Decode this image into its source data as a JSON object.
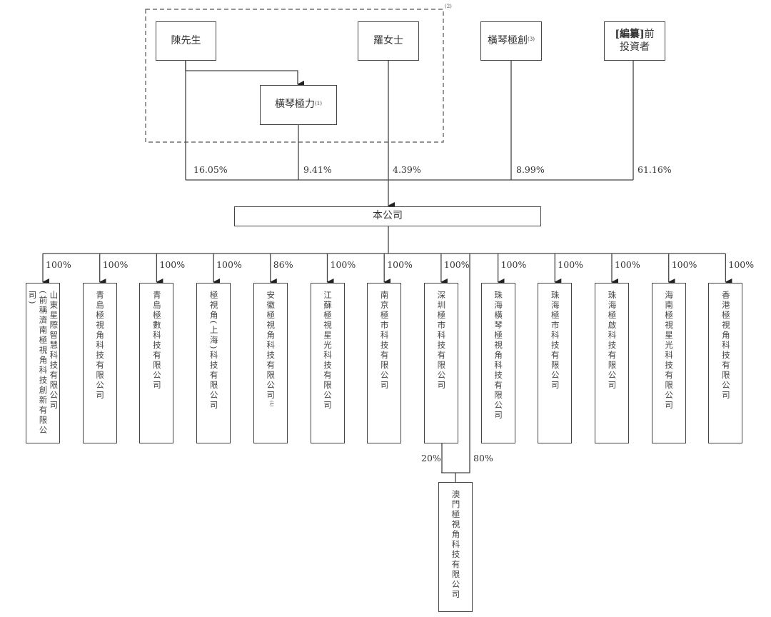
{
  "diagram": {
    "shareholders": {
      "chen": {
        "label": "陳先生"
      },
      "luo": {
        "label": "羅女士"
      },
      "hengqin_jili": {
        "label": "橫琴極力",
        "note": "(1)"
      },
      "hengqin_jichuang": {
        "label": "橫琴極創",
        "note": "(3)"
      },
      "pre_ipo": {
        "label_bold": "[編纂]",
        "label_rest": "前",
        "label_line2": "投資者"
      }
    },
    "group_note": "(2)",
    "shareholdings": {
      "chen": "16.05%",
      "hengqin_jili": "9.41%",
      "luo": "4.39%",
      "hengqin_jichuang": "8.99%",
      "pre_ipo": "61.16%"
    },
    "company": {
      "label": "本公司"
    },
    "subsidiaries": [
      {
        "name": "山東星際智慧科技有限公司",
        "name_line2": "(前稱濟南極視角科技創新有限公司)",
        "pct": "100%"
      },
      {
        "name": "青島極視角科技有限公司",
        "pct": "100%"
      },
      {
        "name": "青島極數科技有限公司",
        "pct": "100%"
      },
      {
        "name": "極視角(上海)科技有限公司",
        "pct": "100%"
      },
      {
        "name": "安徽極視角科技有限公司",
        "note": "(4)",
        "pct": "86%"
      },
      {
        "name": "江蘇極視星光科技有限公司",
        "pct": "100%"
      },
      {
        "name": "南京極市科技有限公司",
        "pct": "100%"
      },
      {
        "name": "深圳極市科技有限公司",
        "pct": "100%"
      },
      {
        "name": "珠海橫琴極視角科技有限公司",
        "pct": "100%"
      },
      {
        "name": "珠海極市科技有限公司",
        "pct": "100%"
      },
      {
        "name": "珠海極啟科技有限公司",
        "pct": "100%"
      },
      {
        "name": "海南極視星光科技有限公司",
        "pct": "100%"
      },
      {
        "name": "香港極視角科技有限公司",
        "pct": "100%"
      }
    ],
    "macau": {
      "name": "澳門極視角科技有限公司",
      "pct_from_shenzhen": "20%",
      "pct_from_company": "80%"
    }
  }
}
